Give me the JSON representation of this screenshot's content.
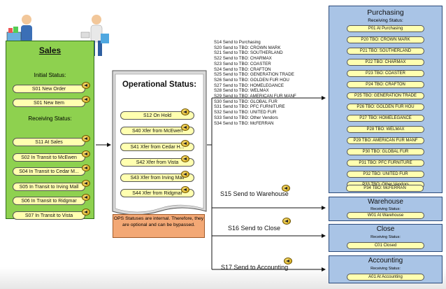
{
  "sales": {
    "title": "Sales",
    "initial_heading": "Initial Status:",
    "initial": [
      "S01 New Order",
      "S01 New Item"
    ],
    "receiving_heading": "Receiving Status:",
    "receiving": [
      "S11 At Sales",
      "S02 In Transit to McEwen",
      "S04 In Transit to Cedar M...",
      "S05 In Transit to Irving Mall",
      "S06 In Transit to Ridgmar",
      "S07 In Transit to Vista"
    ]
  },
  "operational": {
    "title": "Operational Status:",
    "items": [
      "S12 On Hold",
      "S40 Xfer from McEwen",
      "S41 Xfer from Cedar H...",
      "S42 Xfer from Vista",
      "S43 Xfer from Irving Mall",
      "S44 Xfer from Ridgmar"
    ],
    "note": "OPS Statuses are internal. Therefore, they are optional and can be bypassed."
  },
  "send_list": [
    "S14 Send to Purchasing",
    "S20 Send to TBO: CROWN MARK",
    "S21 Send to TBO: SOUTHERLAND",
    "S22 Send to TBO: CHARMAX",
    "S23 Send to TBO: COASTER",
    "S24 Send to TBO: CRAFTON",
    "S25 Send to TBO: GENERATION TRADE",
    "S26 Send to TBO: GOLDEN FUR HOU",
    "S27 Send to TBO: HOMELEGANCE",
    "S28 Send to TBO: WELMAX",
    "S29 Send to TBO: AMERICAN FUR MANF",
    "S30 Send to TBO: GLOBAL FUR",
    "S31 Send to TBO: PFC FURNITURE",
    "S32 Send to TBO: UNITED FUR",
    "S33 Send to TBO: Other Vendors",
    "S34 Send to TBO: McFERRAN"
  ],
  "sends": {
    "warehouse": "S15 Send to Warehouse",
    "close": "S16 Send to Close",
    "accounting": "S17 Send to Accounting"
  },
  "purchasing": {
    "title": "Purchasing",
    "receiving_heading": "Receiving Status:",
    "items": [
      "P01 At Purchasing",
      "P20 TBO: CROWN MARK",
      "P21 TBO: SOUTHERLAND",
      "P22 TBO: CHARMAX",
      "P23 TBO: COASTER",
      "P24 TBO: CRAFTON",
      "P25 TBO: GENERATION TRADE",
      "P26 TBO: GOLDEN FUR HOU",
      "P27 TBO: HOMELEGANCE",
      "P28 TBO: WELMAX",
      "P29 TBO: AMERICAN FUR MANF",
      "P30 TBO: GLOBAL FUR",
      "P31 TBO: PFC FURNITURE",
      "P32 TBO: UNITED FUR",
      "P33 TBO: Other Vendors",
      "P34 TBO: McFERRAN"
    ]
  },
  "warehouse": {
    "title": "Warehouse",
    "receiving_heading": "Receiving Status:",
    "item": "W01 At Warehouse"
  },
  "close": {
    "title": "Close",
    "receiving_heading": "Receiving Status:",
    "item": "C01 Closed"
  },
  "accounting": {
    "title": "Accounting",
    "receiving_heading": "Receiving Status:",
    "item": "A01 At Accounting"
  },
  "colors": {
    "sales_green": "#8ed14f",
    "ops_gray": "#d9d9d9",
    "note_orange": "#f3a875",
    "dept_blue": "#a9c4e6",
    "pill_yellow": "#ffffb0"
  }
}
